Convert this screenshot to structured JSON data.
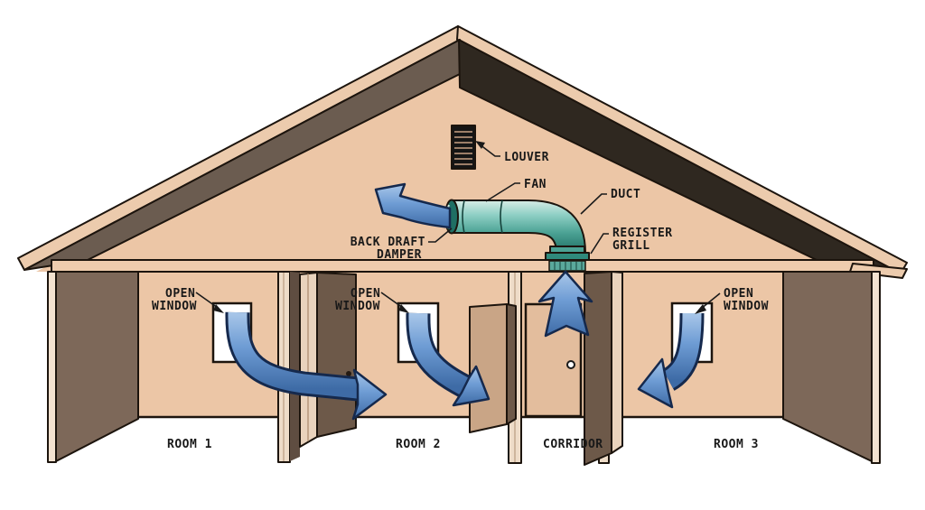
{
  "diagram_labels": {
    "louver": "LOUVER",
    "fan": "FAN",
    "duct": "DUCT",
    "back_draft_damper_line1": "BACK DRAFT",
    "back_draft_damper_line2": "DAMPER",
    "register_grill_line1": "REGISTER",
    "register_grill_line2": "GRILL",
    "open_window_line1": "OPEN",
    "open_window_line2": "WINDOW",
    "rooms": [
      "ROOM 1",
      "ROOM 2",
      "CORRIDOR",
      "ROOM 3"
    ]
  },
  "colors": {
    "background": "#ffffff",
    "wall_tan": "#ecc6a6",
    "ceiling_tan": "#eeccae",
    "roof_fascia": "#eccbad",
    "roof_left_panel": "#6b5c50",
    "roof_right_panel": "#2f2820",
    "end_wall_brown": "#7d6859",
    "door_dark_brown": "#6d5949",
    "duct_teal": "#6fbab0",
    "airflow_blue": "#5b88c0",
    "outline_black": "#1c140d"
  }
}
